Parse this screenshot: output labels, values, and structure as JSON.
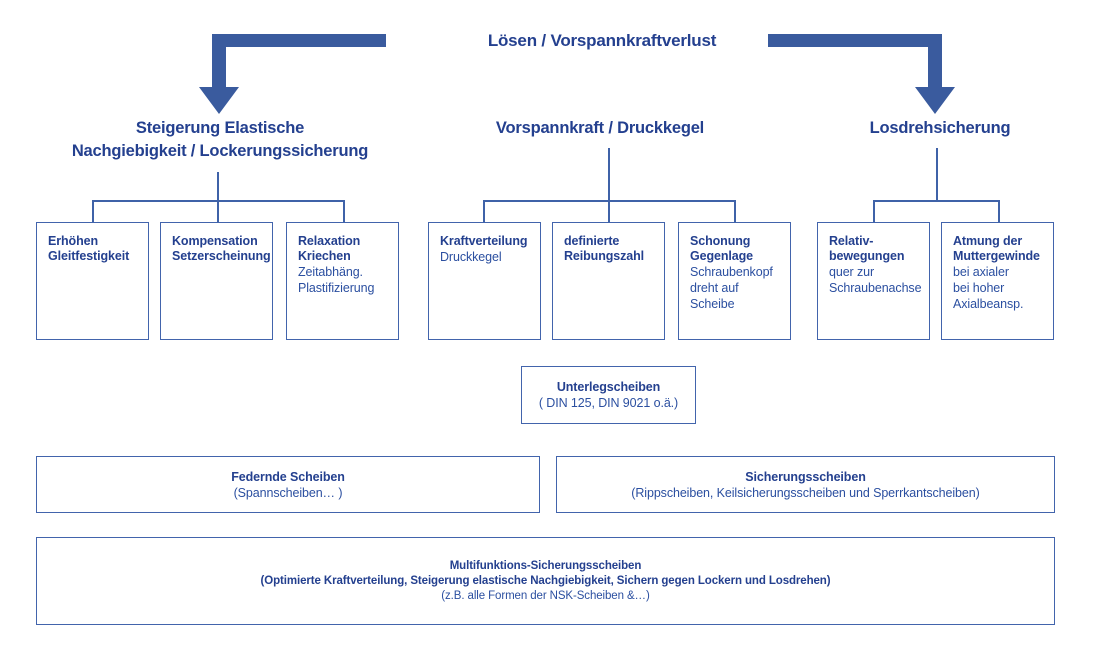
{
  "diagram": {
    "title": "Lösen / Vorspannkraftverlust",
    "accent_solid": "#3a5b9e",
    "accent_border": "#4264ac",
    "text_color": "#24408f",
    "text_color_regular": "#2b4fa0"
  },
  "groups": [
    {
      "id": "group-elastische-nachgiebigkeit",
      "title_line1": "Steigerung Elastische",
      "title_line2": "Nachgiebigkeit / Lockerungssicherung",
      "boxes": [
        {
          "id": "box-erhoehen-gleitfestigkeit",
          "bold": [
            "Erhöhen",
            "Gleitfestigkeit"
          ],
          "regular": []
        },
        {
          "id": "box-kompensation-setzerscheinung",
          "bold": [
            "Kompensation",
            "Setzerscheinung"
          ],
          "regular": []
        },
        {
          "id": "box-relaxation-kriechen",
          "bold": [
            "Relaxation",
            "Kriechen"
          ],
          "regular": [
            "Zeitabhäng.",
            "Plastifizierung"
          ]
        }
      ]
    },
    {
      "id": "group-vorspannkraft-druckkegel",
      "title_line1": "Vorspannkraft / Druckkegel",
      "title_line2": "",
      "boxes": [
        {
          "id": "box-kraftverteilung",
          "bold": [
            "Kraftverteilung"
          ],
          "regular": [
            "Druckkegel"
          ]
        },
        {
          "id": "box-definierte-reibungszahl",
          "bold": [
            "definierte",
            "Reibungszahl"
          ],
          "regular": []
        },
        {
          "id": "box-schonung-gegenlage",
          "bold": [
            "Schonung",
            "Gegenlage"
          ],
          "regular": [
            "Schraubenkopf",
            "dreht auf",
            "Scheibe"
          ]
        }
      ]
    },
    {
      "id": "group-losdrehsicherung",
      "title_line1": "Losdrehsicherung",
      "title_line2": "",
      "boxes": [
        {
          "id": "box-relativbewegungen",
          "bold": [
            "Relativ-",
            "bewegungen"
          ],
          "regular": [
            "quer zur",
            "Schraubenachse"
          ]
        },
        {
          "id": "box-atmung-muttergewinde",
          "bold": [
            "Atmung der",
            "Muttergewinde"
          ],
          "regular": [
            "bei axialer",
            "bei hoher",
            "Axialbeansp."
          ]
        }
      ]
    }
  ],
  "washer_box": {
    "bold": "Unterlegscheiben",
    "regular": "( DIN 125, DIN 9021 o.ä.)"
  },
  "banners": [
    {
      "id": "banner-federnde-scheiben",
      "bold": "Federnde Scheiben",
      "regular": "(Spannscheiben… )"
    },
    {
      "id": "banner-sicherungsscheiben",
      "bold": "Sicherungsscheiben",
      "regular": "(Rippscheiben, Keilsicherungsscheiben und Sperrkantscheiben)"
    }
  ],
  "bottom_banner": {
    "id": "banner-multifunktions-sicherungsscheiben",
    "line1": "Multifunktions-Sicherungsscheiben",
    "line2": "(Optimierte Kraftverteilung, Steigerung elastische Nachgiebigkeit, Sichern gegen Lockern und Losdrehen)",
    "line3": "(z.B. alle Formen der NSK-Scheiben &…)"
  },
  "icons": {
    "arrow_left": "arrow-elbow-down-left-icon",
    "arrow_right": "arrow-elbow-down-right-icon"
  }
}
